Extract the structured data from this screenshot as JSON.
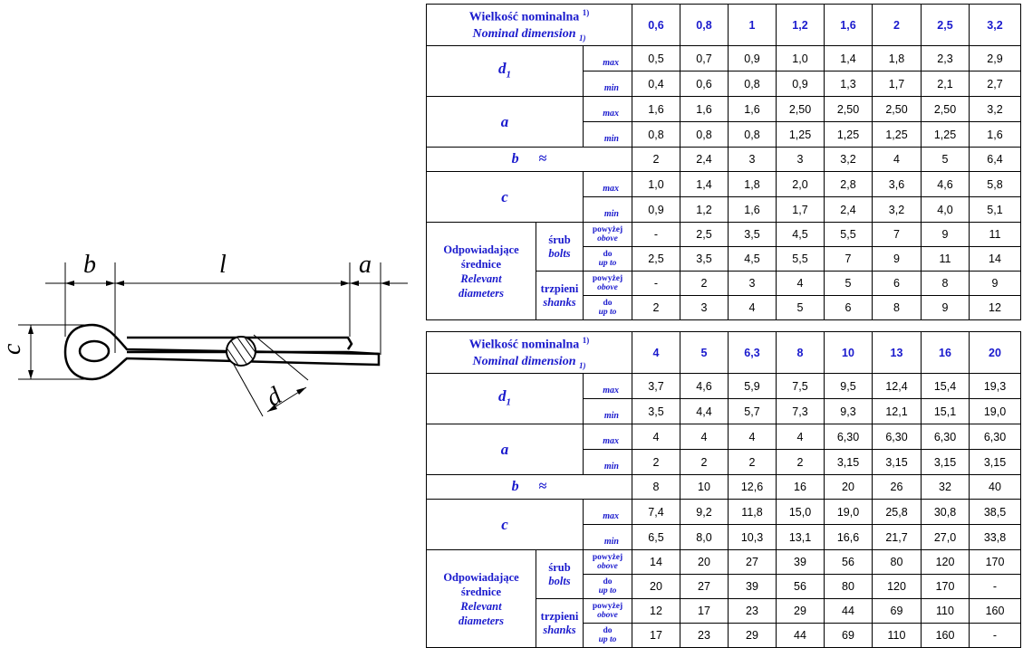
{
  "drawing": {
    "labels": {
      "b": "b",
      "l": "l",
      "a": "a",
      "c": "c",
      "d": "d"
    }
  },
  "table_header": {
    "nominal_pl": "Wielkość nominalna",
    "nominal_en": "Nominal dimension",
    "note": "1)"
  },
  "params": {
    "d1_sym": "d",
    "d1_sub": "1",
    "a_sym": "a",
    "b_sym": "b",
    "approx": "≈",
    "c_sym": "c",
    "max": "max",
    "min": "min"
  },
  "relevant": {
    "pl_1": "Odpowiadające",
    "pl_2": "średnice",
    "en_1": "Relevant",
    "en_2": "diameters",
    "bolts_pl": "śrub",
    "bolts_en": "bolts",
    "shanks_pl": "trzpieni",
    "shanks_en": "shanks",
    "above_pl": "powyżej",
    "above_en": "obove",
    "upto_pl": "do",
    "upto_en": "up to"
  },
  "tables": [
    {
      "sizes": [
        "0,6",
        "0,8",
        "1",
        "1,2",
        "1,6",
        "2",
        "2,5",
        "3,2"
      ],
      "d1_max": [
        "0,5",
        "0,7",
        "0,9",
        "1,0",
        "1,4",
        "1,8",
        "2,3",
        "2,9"
      ],
      "d1_min": [
        "0,4",
        "0,6",
        "0,8",
        "0,9",
        "1,3",
        "1,7",
        "2,1",
        "2,7"
      ],
      "a_max": [
        "1,6",
        "1,6",
        "1,6",
        "2,50",
        "2,50",
        "2,50",
        "2,50",
        "3,2"
      ],
      "a_min": [
        "0,8",
        "0,8",
        "0,8",
        "1,25",
        "1,25",
        "1,25",
        "1,25",
        "1,6"
      ],
      "b": [
        "2",
        "2,4",
        "3",
        "3",
        "3,2",
        "4",
        "5",
        "6,4"
      ],
      "c_max": [
        "1,0",
        "1,4",
        "1,8",
        "2,0",
        "2,8",
        "3,6",
        "4,6",
        "5,8"
      ],
      "c_min": [
        "0,9",
        "1,2",
        "1,6",
        "1,7",
        "2,4",
        "3,2",
        "4,0",
        "5,1"
      ],
      "bolts_above": [
        "-",
        "2,5",
        "3,5",
        "4,5",
        "5,5",
        "7",
        "9",
        "11"
      ],
      "bolts_upto": [
        "2,5",
        "3,5",
        "4,5",
        "5,5",
        "7",
        "9",
        "11",
        "14"
      ],
      "shanks_above": [
        "-",
        "2",
        "3",
        "4",
        "5",
        "6",
        "8",
        "9"
      ],
      "shanks_upto": [
        "2",
        "3",
        "4",
        "5",
        "6",
        "8",
        "9",
        "12"
      ]
    },
    {
      "sizes": [
        "4",
        "5",
        "6,3",
        "8",
        "10",
        "13",
        "16",
        "20"
      ],
      "d1_max": [
        "3,7",
        "4,6",
        "5,9",
        "7,5",
        "9,5",
        "12,4",
        "15,4",
        "19,3"
      ],
      "d1_min": [
        "3,5",
        "4,4",
        "5,7",
        "7,3",
        "9,3",
        "12,1",
        "15,1",
        "19,0"
      ],
      "a_max": [
        "4",
        "4",
        "4",
        "4",
        "6,30",
        "6,30",
        "6,30",
        "6,30"
      ],
      "a_min": [
        "2",
        "2",
        "2",
        "2",
        "3,15",
        "3,15",
        "3,15",
        "3,15"
      ],
      "b": [
        "8",
        "10",
        "12,6",
        "16",
        "20",
        "26",
        "32",
        "40"
      ],
      "c_max": [
        "7,4",
        "9,2",
        "11,8",
        "15,0",
        "19,0",
        "25,8",
        "30,8",
        "38,5"
      ],
      "c_min": [
        "6,5",
        "8,0",
        "10,3",
        "13,1",
        "16,6",
        "21,7",
        "27,0",
        "33,8"
      ],
      "bolts_above": [
        "14",
        "20",
        "27",
        "39",
        "56",
        "80",
        "120",
        "170"
      ],
      "bolts_upto": [
        "20",
        "27",
        "39",
        "56",
        "80",
        "120",
        "170",
        "-"
      ],
      "shanks_above": [
        "12",
        "17",
        "23",
        "29",
        "44",
        "69",
        "110",
        "160"
      ],
      "shanks_upto": [
        "17",
        "23",
        "29",
        "44",
        "69",
        "110",
        "160",
        "-"
      ]
    }
  ]
}
